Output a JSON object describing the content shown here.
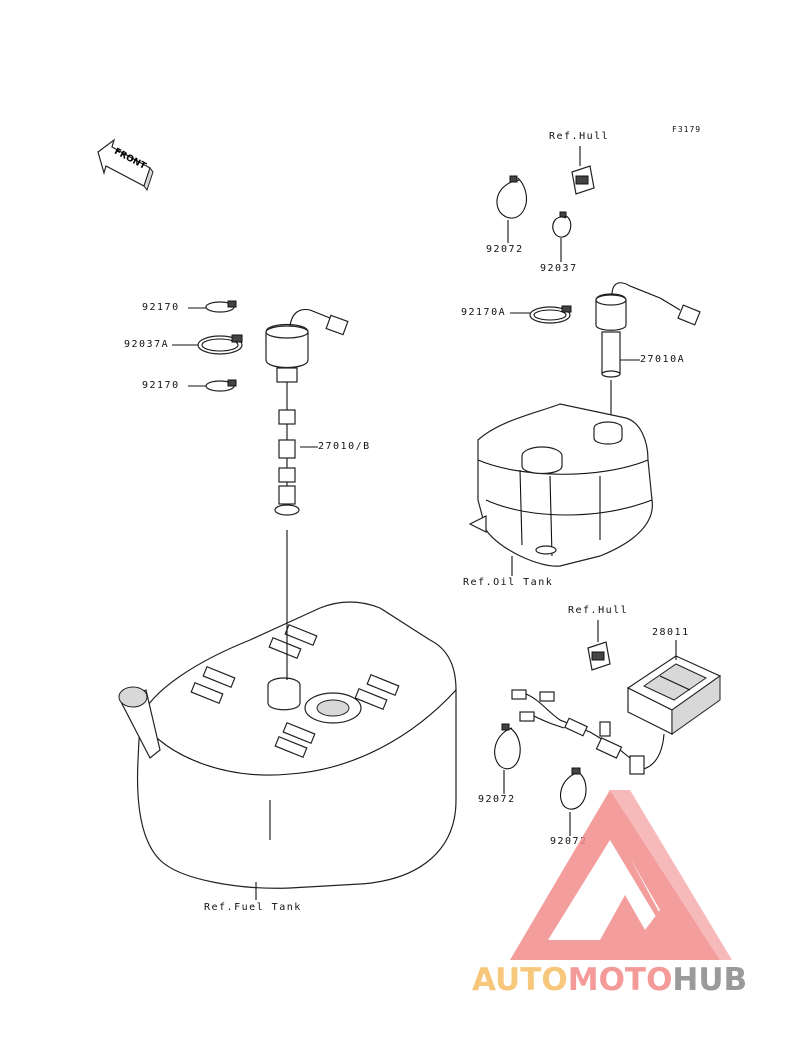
{
  "figure_code": "F3179",
  "front_label": "FRONT",
  "callouts": {
    "ref_hull_top": "Ref.Hull",
    "ref_hull_mid": "Ref.Hull",
    "p92072_top": "92072",
    "p92037": "92037",
    "p92170_top": "92170",
    "p92037A": "92037A",
    "p92170_bottom": "92170",
    "p27010B": "27010/B",
    "p92170A": "92170A",
    "p27010A": "27010A",
    "ref_oil_tank": "Ref.Oil Tank",
    "p28011": "28011",
    "p92072_left": "92072",
    "p92072_right": "92072",
    "ref_fuel_tank": "Ref.Fuel Tank"
  },
  "watermark": {
    "part1": "AUTO",
    "part2": "MOTO",
    "part3": "HUB",
    "colors": {
      "part1": "#f7c87c",
      "part2": "#f49a98",
      "part3": "#9a9a9a",
      "logo": "#f28c8c"
    }
  }
}
